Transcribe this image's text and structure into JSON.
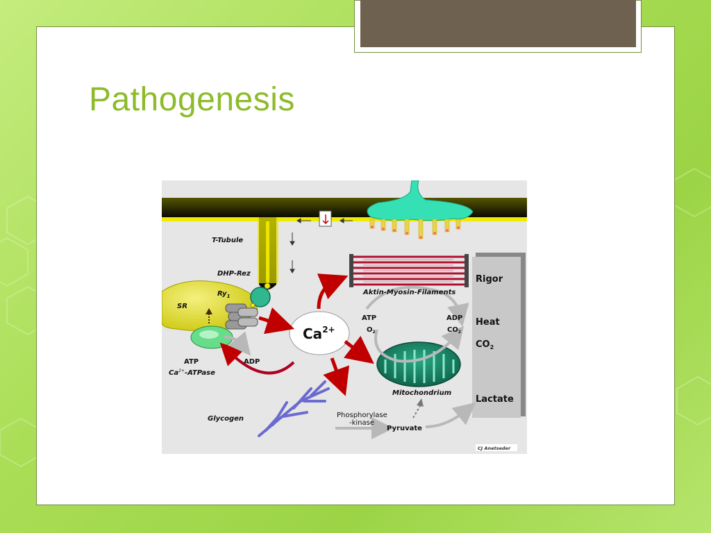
{
  "slide": {
    "title": "Pathogenesis"
  },
  "diagram": {
    "t_tubule": "T-Tubule",
    "dhp_rez": "DHP-Rez",
    "ry": "Ry",
    "ry_sub": "1",
    "sr": "SR",
    "atp_left": "ATP",
    "adp_left": "ADP",
    "ca_atpase_sup": "Ca",
    "ca_atpase_exp": "2+",
    "ca_atpase": "-ATPase",
    "ca_main": "Ca",
    "ca_main_exp": "2+",
    "filaments": "Aktin-Myosin-Filaments",
    "atp_mid": "ATP",
    "o2": "O",
    "o2_sub": "2",
    "adp_mid": "ADP",
    "co2_mid": "CO",
    "co2_mid_sub": "2",
    "mitochondrium": "Mitochondrium",
    "glycogen": "Glycogen",
    "phosphorylase_1": "Phosphorylase",
    "phosphorylase_2": "-kinase",
    "pyruvate": "Pyruvate",
    "rigor": "Rigor",
    "heat": "Heat",
    "co2_right": "CO",
    "co2_right_sub": "2",
    "lactate": "Lactate",
    "credit": "CJ Anetseder"
  }
}
